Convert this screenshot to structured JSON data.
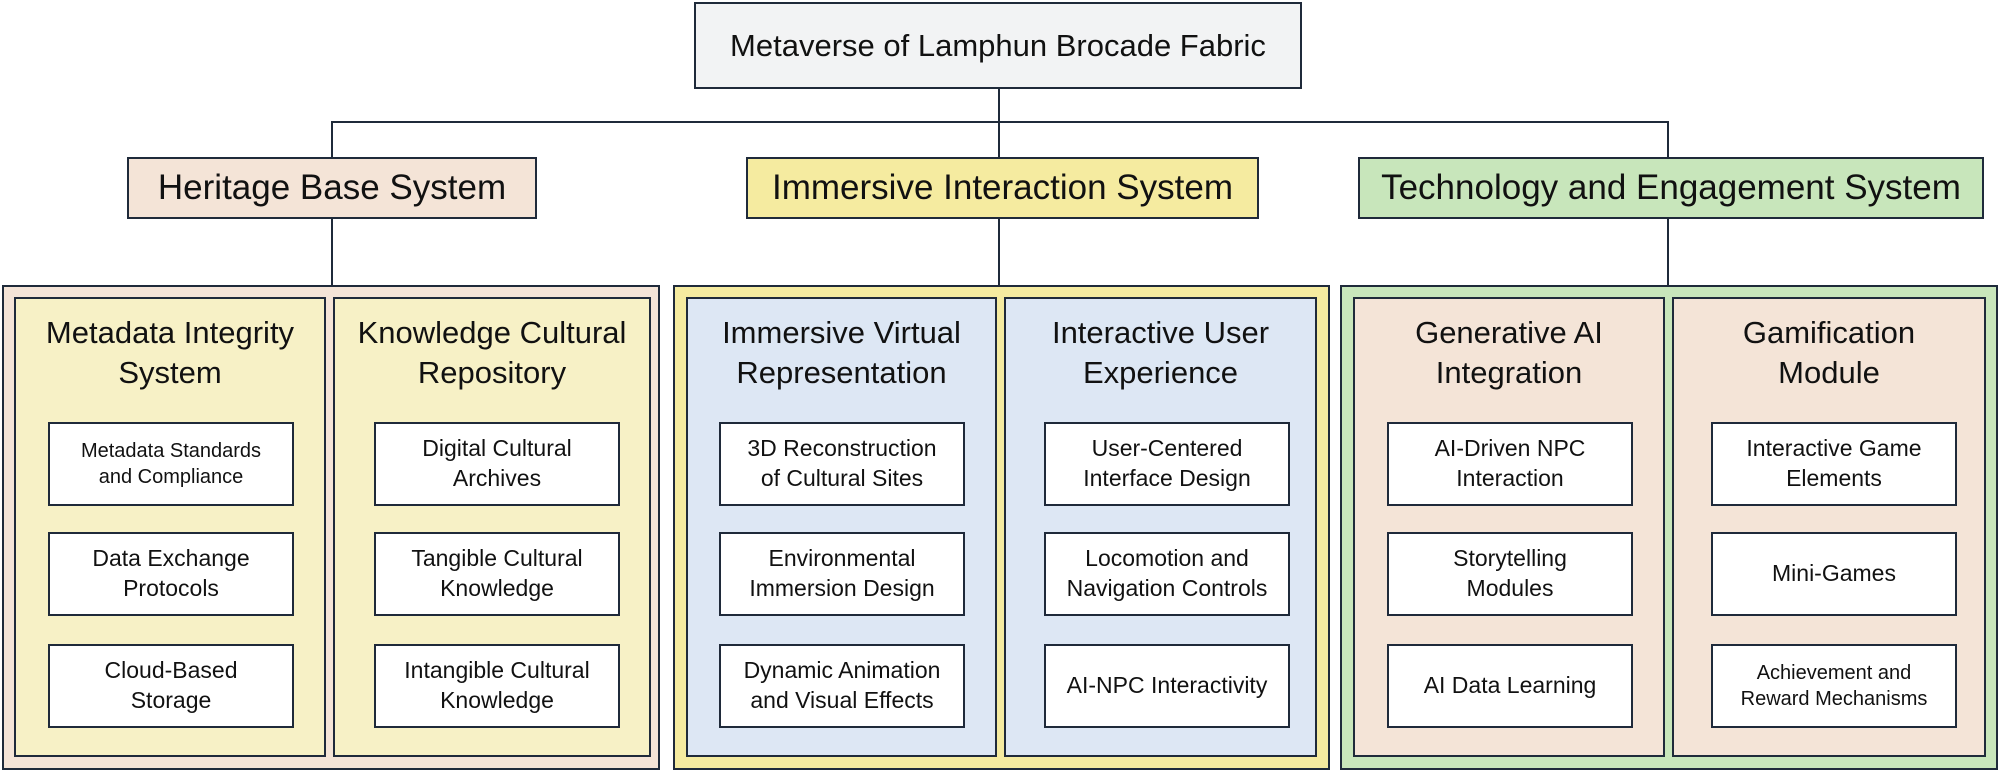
{
  "root": {
    "title": "Metaverse of Lamphun Brocade Fabric"
  },
  "systems": [
    {
      "title": "Heritage Base System"
    },
    {
      "title": "Immersive Interaction System"
    },
    {
      "title": "Technology and Engagement System"
    }
  ],
  "panels": [
    {
      "title": [
        "Metadata Integrity",
        "System"
      ],
      "items": [
        [
          "Metadata Standards",
          "and Compliance"
        ],
        [
          "Data Exchange",
          "Protocols"
        ],
        [
          "Cloud-Based",
          "Storage"
        ]
      ]
    },
    {
      "title": [
        "Knowledge Cultural",
        "Repository"
      ],
      "items": [
        [
          "Digital Cultural",
          "Archives"
        ],
        [
          "Tangible Cultural",
          "Knowledge"
        ],
        [
          "Intangible Cultural",
          "Knowledge"
        ]
      ]
    },
    {
      "title": [
        "Immersive Virtual",
        "Representation"
      ],
      "items": [
        [
          "3D Reconstruction",
          "of Cultural Sites"
        ],
        [
          "Environmental",
          "Immersion Design"
        ],
        [
          "Dynamic Animation",
          "and Visual Effects"
        ]
      ]
    },
    {
      "title": [
        "Interactive User",
        "Experience"
      ],
      "items": [
        [
          "User-Centered",
          "Interface Design"
        ],
        [
          "Locomotion and",
          "Navigation Controls"
        ],
        [
          "AI-NPC Interactivity"
        ]
      ]
    },
    {
      "title": [
        "Generative AI",
        "Integration"
      ],
      "items": [
        [
          "AI-Driven NPC",
          "Interaction"
        ],
        [
          "Storytelling",
          "Modules"
        ],
        [
          "AI Data Learning"
        ]
      ]
    },
    {
      "title": [
        "Gamification",
        "Module"
      ],
      "items": [
        [
          "Interactive Game",
          "Elements"
        ],
        [
          "Mini-Games"
        ],
        [
          "Achievement and",
          "Reward Mechanisms"
        ]
      ]
    }
  ],
  "colors": {
    "heritage": "#f4e4d7",
    "immersive": "#f5eba0",
    "technology": "#c8e6bb",
    "panel_yellow": "#f7f1c6",
    "panel_blue": "#dde7f4",
    "panel_peach": "#f4e4d7",
    "border": "#1f2a3a"
  }
}
